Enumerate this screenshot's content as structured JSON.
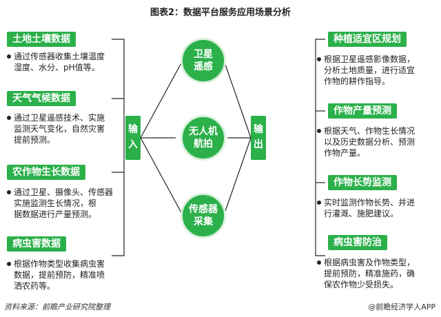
{
  "title": "图表2：数据平台服务应用场景分析",
  "colors": {
    "accent": "#2bb04a",
    "line": "#222222"
  },
  "inputs": [
    {
      "label": "土地土壤数据",
      "lines": [
        "通过传感器收集土壤温度",
        "湿度、水分、pH值等。"
      ]
    },
    {
      "label": "天气气候数据",
      "lines": [
        "通过卫星遥感技术、实施",
        "监测天气变化，自然灾害",
        "提前预测。"
      ]
    },
    {
      "label": "农作物生长数据",
      "lines": [
        "通过卫星、摄像头、传感器",
        "实施监测生长情况，根",
        "据数据进行产量预测。"
      ]
    },
    {
      "label": "病虫害数据",
      "lines": [
        "根据作物类型收集病虫害",
        "数据，提前预防，精准喷",
        "洒农药等。"
      ]
    }
  ],
  "outputs": [
    {
      "label": "种植适宜区规划",
      "lines": [
        "根据卫星遥感影像数据，",
        "分析土地质量，进行适宜",
        "作物的耕作指导。"
      ]
    },
    {
      "label": "作物产量预测",
      "lines": [
        "根据天气、作物生长情况",
        "以及历史数据分析、预测",
        "作物产量。"
      ]
    },
    {
      "label": "作物长势监测",
      "lines": [
        "实时监测作物长势、并进",
        "行灌溉、施肥建议。"
      ]
    },
    {
      "label": "病虫害防治",
      "lines": [
        "根据病虫害及作物类型，",
        "提前预防，精准施药，确",
        "保农作物少受损失。"
      ]
    }
  ],
  "center": [
    {
      "line1": "卫星",
      "line2": "遥感"
    },
    {
      "line1": "无人机",
      "line2": "航拍"
    },
    {
      "line1": "传感器",
      "line2": "采集"
    }
  ],
  "input_label": "输入",
  "output_label": "输出",
  "footer": {
    "source": "资料来源：前瞻产业研究院整理",
    "brand": "@前瞻经济学人APP"
  }
}
